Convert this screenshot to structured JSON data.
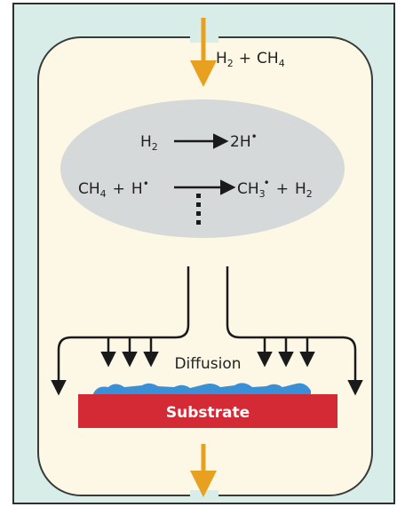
{
  "colors": {
    "frame_border": "#2f2f2f",
    "background": "#d8ece8",
    "chamber_fill": "#fdf8e6",
    "plasma_fill": "#d6d9d9",
    "gas_arrow": "#e8a020",
    "flow_arrow": "#1a1a1a",
    "substrate": "#d42a36",
    "substrate_text": "#ffffff",
    "deposit": "#3a8fd6"
  },
  "inlet": {
    "label_h": "H",
    "label_h_sub": "2",
    "label_plus": "+",
    "label_c": "CH",
    "label_c_sub": "4"
  },
  "plasma": {
    "reaction1": {
      "left": "H",
      "left_sub": "2",
      "right": "2H",
      "right_sup": "•"
    },
    "reaction2": {
      "left_a": "CH",
      "left_a_sub": "4",
      "plus1": "+",
      "left_b": "H",
      "left_b_sup": "•",
      "right_a": "CH",
      "right_a_sub": "3",
      "right_a_sup": "•",
      "plus2": "+",
      "right_b": "H",
      "right_b_sub": "2"
    }
  },
  "diffusion_label": "Diffusion",
  "substrate_label": "Substrate",
  "icons": {
    "inlet": "arrow-down-icon",
    "outlet": "arrow-down-icon"
  }
}
